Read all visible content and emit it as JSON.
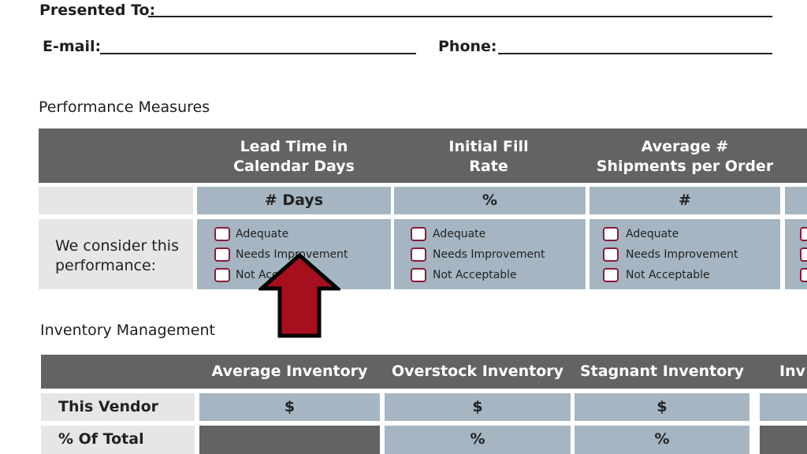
{
  "form": {
    "presented_to_label": "Presented To:",
    "email_label": "E-mail:",
    "phone_label": "Phone:"
  },
  "performance": {
    "section_title": "Performance Measures",
    "headers": [
      "Lead Time in\nCalendar Days",
      "Initial Fill\nRate",
      "Average #\nShipments per Order"
    ],
    "units": [
      "# Days",
      "%",
      "#"
    ],
    "row_label": "We consider this\nperformance:",
    "options": [
      "Adequate",
      "Needs Improvement",
      "Not Acceptable"
    ]
  },
  "inventory": {
    "section_title": "Inventory Management",
    "headers": [
      "Average Inventory",
      "Overstock Inventory",
      "Stagnant Inventory",
      "Inv"
    ],
    "rows": [
      {
        "label": "This Vendor",
        "cells": [
          "$",
          "$",
          "$"
        ]
      },
      {
        "label": "% Of Total",
        "cells": [
          "",
          "%",
          "%"
        ]
      }
    ]
  },
  "annotation": {
    "arrow_color": "#a50f1e",
    "arrow_icon": "arrow-up-icon"
  }
}
